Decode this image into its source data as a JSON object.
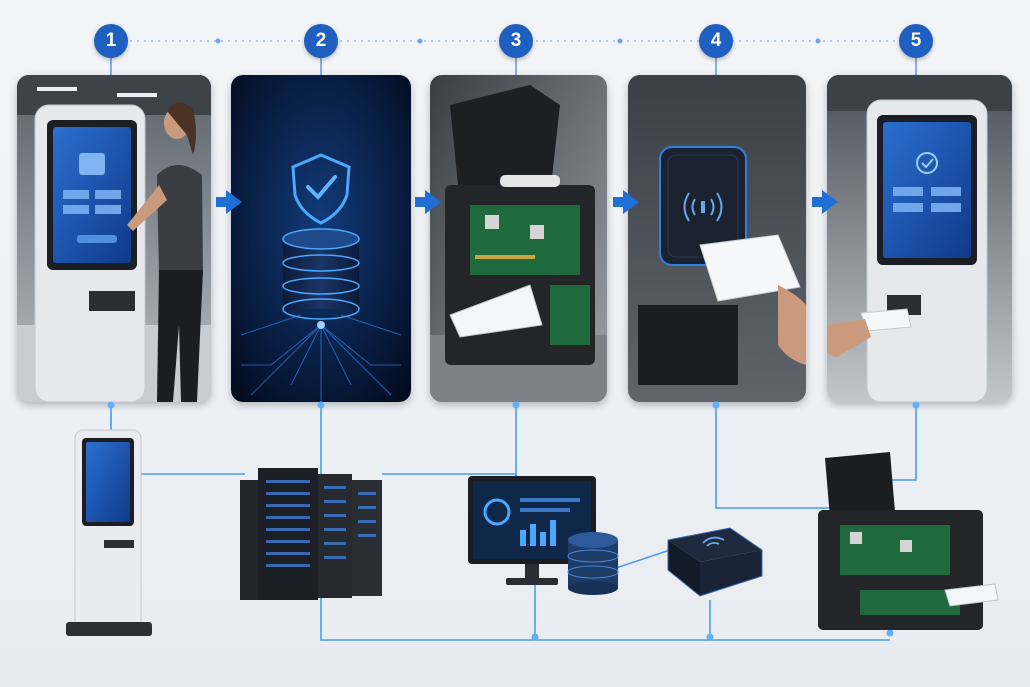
{
  "steps": [
    {
      "number": "1"
    },
    {
      "number": "2"
    },
    {
      "number": "3"
    },
    {
      "number": "4"
    },
    {
      "number": "5"
    }
  ],
  "colors": {
    "accent": "#1f5fbf",
    "line": "#4a9cf0",
    "glow": "#3ea0ff",
    "dark_panel": "#071a3a"
  },
  "icons": [
    "kiosk-icon",
    "shield-check-icon",
    "database-icon",
    "card-dispenser-icon",
    "rfid-reader-icon",
    "server-rack-icon",
    "monitor-icon",
    "contactless-icon"
  ]
}
